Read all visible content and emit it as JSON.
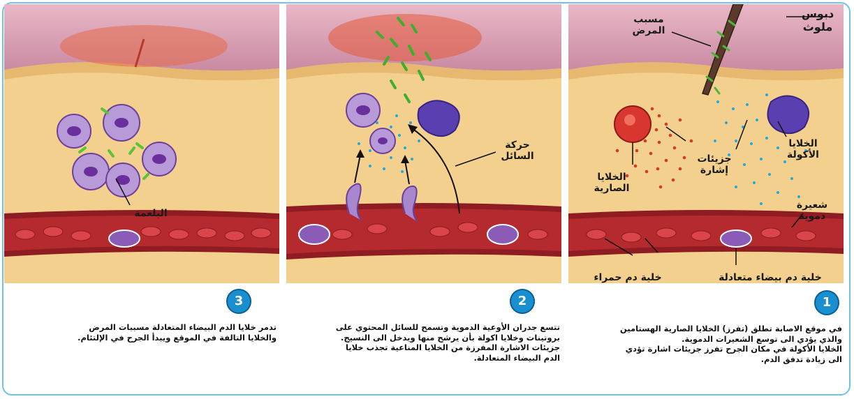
{
  "colors": {
    "frame": "#6fc3e8",
    "badge": "#1a8fd0",
    "skin": "#d9a0b2",
    "tissue": "#f4d294",
    "vessel": "#b0262b"
  },
  "panel1": {
    "number": "1",
    "labels": {
      "pin": "دبوس\nملوث",
      "pathogen": "مسبب\nالمرض",
      "macrophages": "الخلايا\nالأكولة",
      "signals": "جزيئات\nإشارة",
      "mast": "الخلايا\nالصارية",
      "capillary": "شعيرة\nدموية",
      "neutrophil": "خلية دم بيضاء متعادلة",
      "rbc": "خلية دم حمراء"
    },
    "caption": [
      "في موقع الاصابة تطلق (تفرز) الخلايا الصارية الهستامين",
      "والذي يؤدي الى توسع الشعيرات الدموية.",
      "الخلايا الأكولة في مكان الجرح تفرز جزيئات اشارة تؤدي",
      "الى زيادة تدفق الدم."
    ]
  },
  "panel2": {
    "number": "2",
    "labels": {
      "fluid": "حركة\nالسائل"
    },
    "caption": [
      "تتسع جدران الأوعية الدموية وتسمح للسائل المحتوي على",
      "بروتينات وخلايا اكولة بأن يرشح منها ويدخل الى النسيج.",
      "جزيئات الاشارة المفرزة من الخلايا المناعية تجذب خلايا",
      "الدم البيضاء المتعادلة."
    ]
  },
  "panel3": {
    "number": "3",
    "labels": {
      "phagocytosis": "البلعمة"
    },
    "caption": [
      "تدمر خلايا الدم البيضاء المتعادلة مسببات المرض",
      "والخلايا التالفة في الموقع ويبدأ الجرح في الإلتئام."
    ]
  }
}
